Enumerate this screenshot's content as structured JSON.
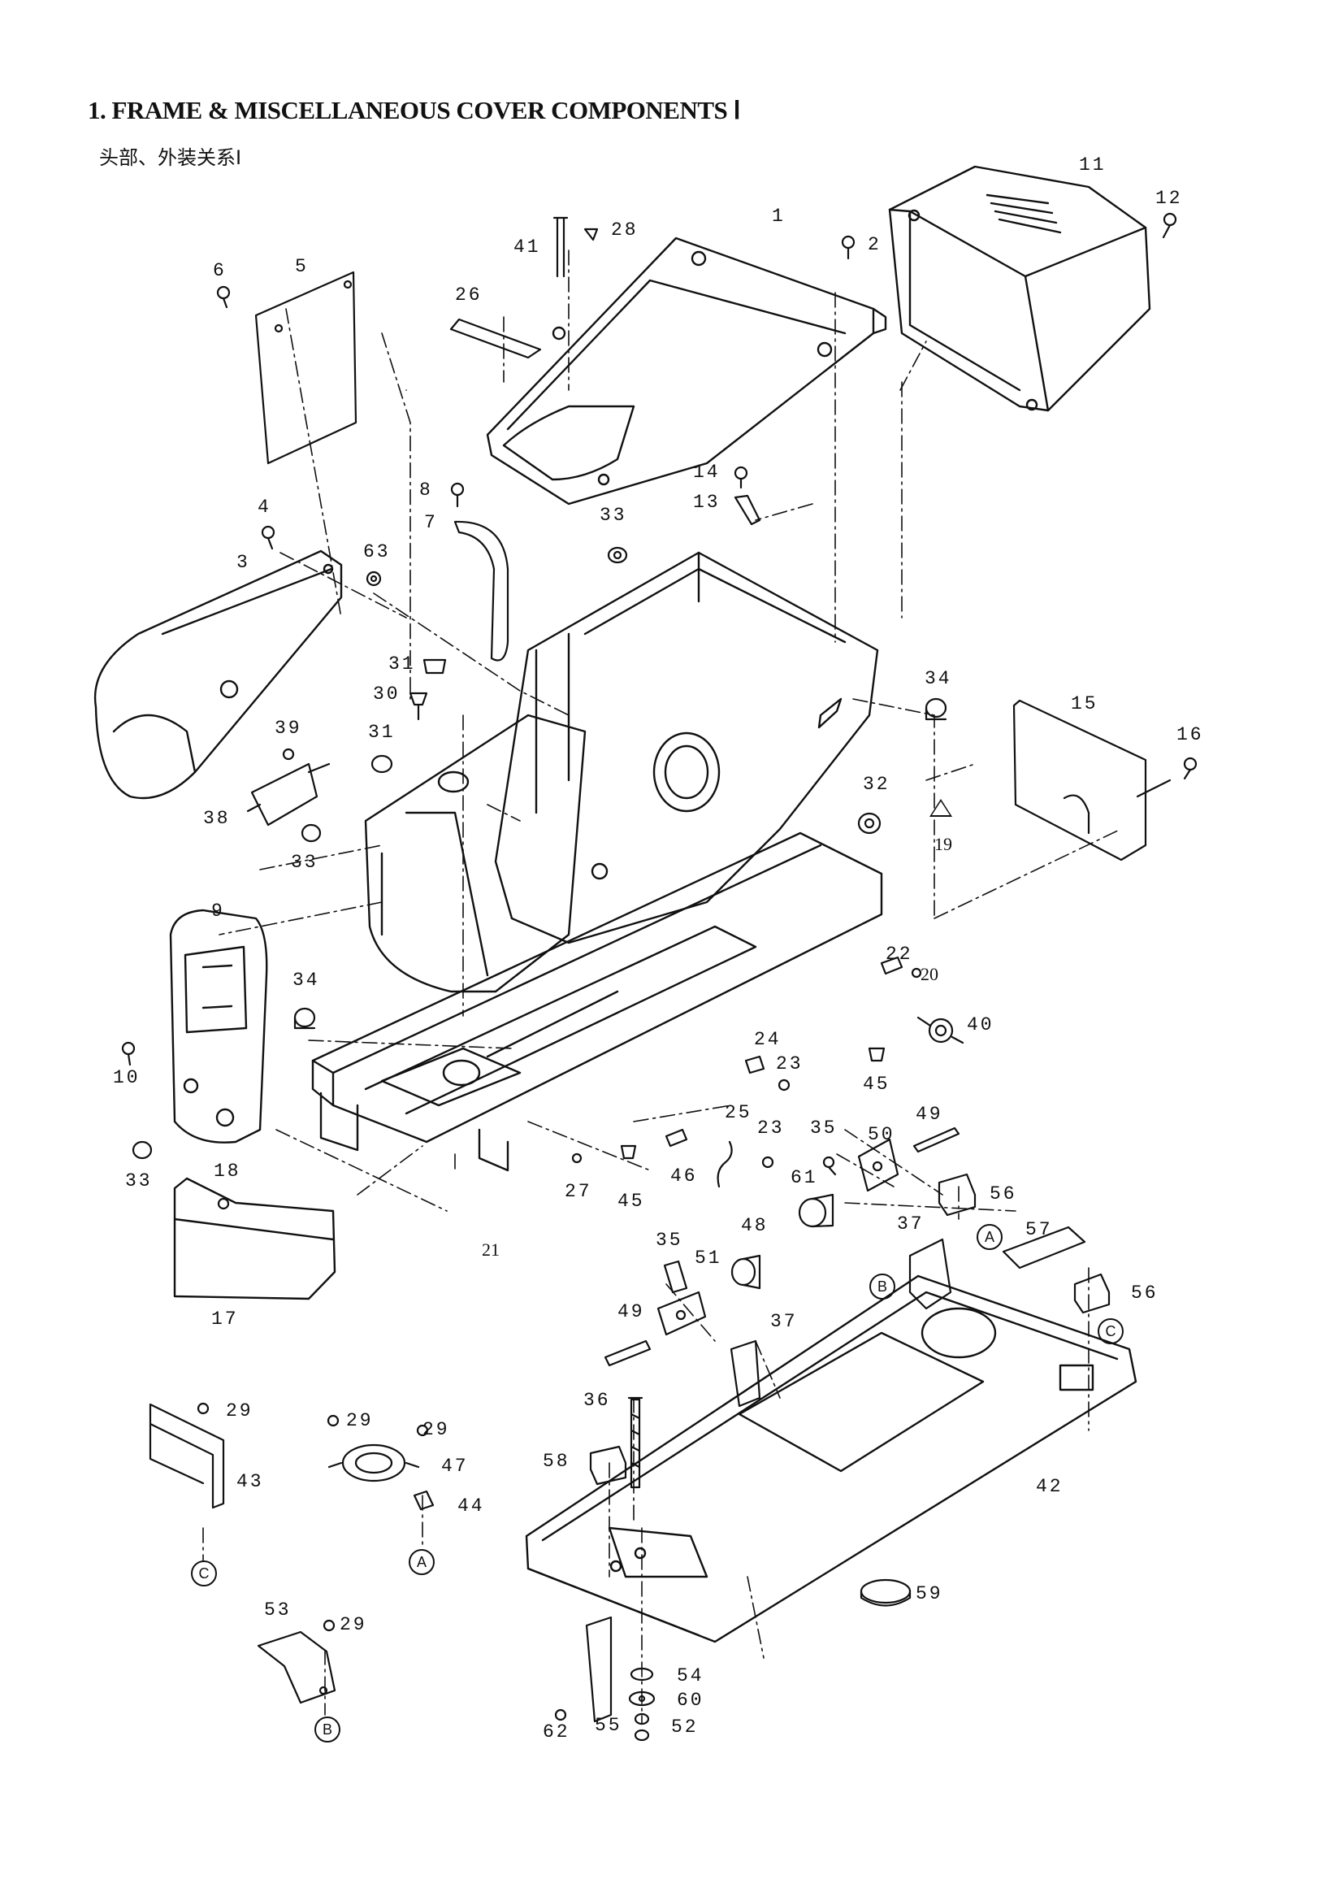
{
  "header": {
    "title": "1. FRAME & MISCELLANEOUS COVER COMPONENTS Ⅰ",
    "subtitle": "头部、外装关系Ⅰ"
  },
  "part_labels": {
    "p1": "1",
    "p2": "2",
    "p3": "3",
    "p4": "4",
    "p5": "5",
    "p6": "6",
    "p7": "7",
    "p8": "8",
    "p9": "9",
    "p10": "10",
    "p11": "11",
    "p12": "12",
    "p13": "13",
    "p14": "14",
    "p15": "15",
    "p16": "16",
    "p17": "17",
    "p18": "18",
    "p19": "19",
    "p20": "20",
    "p21": "21",
    "p22": "22",
    "p23": "23",
    "p24": "24",
    "p25": "25",
    "p26": "26",
    "p27": "27",
    "p28": "28",
    "p29": "29",
    "p30": "30",
    "p31": "31",
    "p32": "32",
    "p33": "33",
    "p34": "34",
    "p35": "35",
    "p36": "36",
    "p37": "37",
    "p38": "38",
    "p39": "39",
    "p40": "40",
    "p41": "41",
    "p42": "42",
    "p43": "43",
    "p44": "44",
    "p45": "45",
    "p46": "46",
    "p47": "47",
    "p48": "48",
    "p49": "49",
    "p50": "50",
    "p51": "51",
    "p52": "52",
    "p53": "53",
    "p54": "54",
    "p55": "55",
    "p56": "56",
    "p57": "57",
    "p58": "58",
    "p59": "59",
    "p60": "60",
    "p61": "61",
    "p62": "62",
    "p63": "63"
  },
  "reference_markers": {
    "a": "A",
    "b": "B",
    "c": "C"
  }
}
